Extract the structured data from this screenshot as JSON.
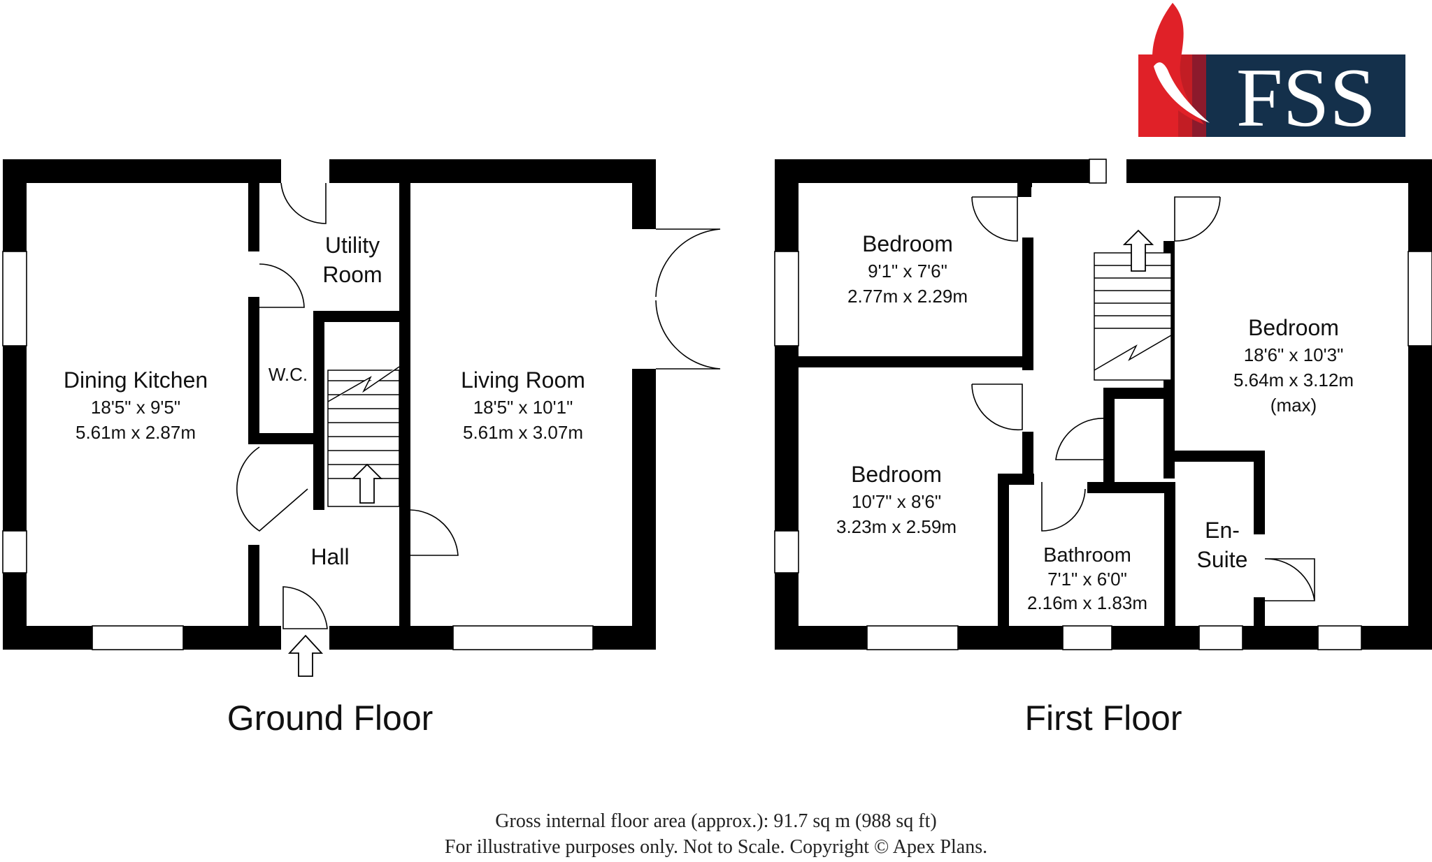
{
  "logo": {
    "text": "FSS",
    "colors": {
      "red": "#e02128",
      "navy": "#14304b"
    }
  },
  "ground_floor": {
    "title": "Ground Floor",
    "rooms": [
      {
        "name": "Dining Kitchen",
        "imperial": "18'5\" x 9'5\"",
        "metric": "5.61m x 2.87m"
      },
      {
        "name_line1": "Utility",
        "name_line2": "Room"
      },
      {
        "name": "W.C."
      },
      {
        "name": "Living Room",
        "imperial": "18'5\" x 10'1\"",
        "metric": "5.61m x 3.07m"
      },
      {
        "name": "Hall"
      }
    ]
  },
  "first_floor": {
    "title": "First Floor",
    "rooms": [
      {
        "name": "Bedroom",
        "imperial": "9'1\" x 7'6\"",
        "metric": "2.77m x 2.29m"
      },
      {
        "name": "Bedroom",
        "imperial": "10'7\" x 8'6\"",
        "metric": "3.23m x 2.59m"
      },
      {
        "name": "Bedroom",
        "imperial": "18'6\" x 10'3\"",
        "metric": "5.64m x 3.12m",
        "note": "(max)"
      },
      {
        "name": "Bathroom",
        "imperial": "7'1\" x 6'0\"",
        "metric": "2.16m x 1.83m"
      },
      {
        "name_line1": "En-",
        "name_line2": "Suite"
      }
    ]
  },
  "footer": {
    "line1": "Gross internal floor area (approx.): 91.7 sq m (988 sq ft)",
    "line2": "For illustrative purposes only. Not to Scale. Copyright © Apex Plans."
  }
}
